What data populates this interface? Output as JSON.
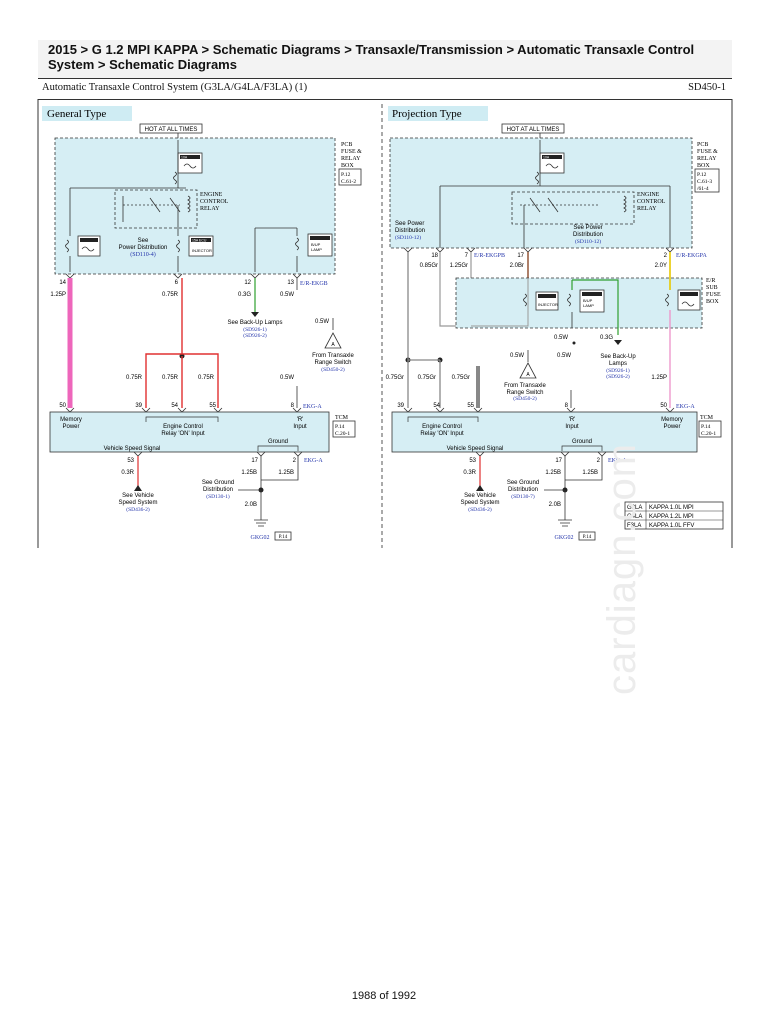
{
  "breadcrumb": "2015 > G 1.2 MPI KAPPA > Schematic Diagrams > Transaxle/Transmission > Automatic Transaxle Control System > Schematic Diagrams",
  "header": {
    "title": "Automatic Transaxle Control System (G3LA/G4LA/F3LA) (1)",
    "code": "SD450-1"
  },
  "watermark": "cardiagn.com",
  "footer": "1988 of 1992",
  "left": {
    "panel_title": "General Type",
    "hot": "HOT AT ALL TIMES",
    "pcb": [
      "PCB",
      "FUSE &",
      "RELAY",
      "BOX"
    ],
    "pcb_ref": [
      "P.12",
      "C.61-2"
    ],
    "fuse1": "10A",
    "ecr": [
      "ENGINE",
      "CONTROL",
      "RELAY"
    ],
    "fuse2": "15A ECU",
    "injector": "INJECTOR",
    "buplamp": [
      "B/UP",
      "LAMP"
    ],
    "see_power": [
      "See",
      "Power Distribution"
    ],
    "see_power_ref": "(SD110-4)",
    "conn_label": "E/R-EKGB",
    "pins_top": [
      "14",
      "6",
      "12",
      "13"
    ],
    "wires_top": [
      "1.25P",
      "0.75R",
      "0.3G",
      "0.5W"
    ],
    "backup": "See Back-Up Lamps",
    "backup_refs": [
      "(SD926-1)",
      "(SD926-2)"
    ],
    "wire_05w": "0.5W",
    "from_trs": [
      "From Transaxle",
      "Range Switch"
    ],
    "from_trs_ref": "(SD450-2)",
    "wires_mid": [
      "0.75R",
      "0.75R",
      "0.75R",
      "0.5W"
    ],
    "tcm_pins": [
      "50",
      "39",
      "54",
      "55",
      "8"
    ],
    "ekga": "EKG-A",
    "tcm": "TCM",
    "tcm_ref": [
      "P.14",
      "C.20-1"
    ],
    "memory": [
      "Memory",
      "Power"
    ],
    "ecr_on": [
      "Engine Control",
      "Relay 'ON' Input"
    ],
    "r_input": [
      "'R'",
      "Input"
    ],
    "vss": "Vehicle Speed Signal",
    "ground": "Ground",
    "bot_pins": [
      "53",
      "17",
      "2"
    ],
    "ekga2": "EKG-A",
    "bot_wires": [
      "0.3R",
      "1.25B",
      "1.25B"
    ],
    "see_vss": [
      "See Vehicle",
      "Speed System"
    ],
    "see_vss_ref": "(SD436-2)",
    "see_ground": [
      "See Ground",
      "Distribution"
    ],
    "see_ground_ref": "(SD130-1)",
    "wire_20b": "2.0B",
    "gnd": "GKG02",
    "gnd_ref": "P.14"
  },
  "right": {
    "panel_title": "Projection Type",
    "hot": "HOT AT ALL TIMES",
    "pcb": [
      "PCB",
      "FUSE &",
      "RELAY",
      "BOX"
    ],
    "pcb_ref": [
      "P.12",
      "C.61-3",
      "/61-4"
    ],
    "fuse1": "10A",
    "ecr": [
      "ENGINE",
      "CONTROL",
      "RELAY"
    ],
    "see_power1": [
      "See Power",
      "Distribution"
    ],
    "see_power1_ref": "(SD110-12)",
    "see_power2": [
      "See Power",
      "Distribution"
    ],
    "see_power2_ref": "(SD110-12)",
    "pins_top": [
      "18",
      "7",
      "17",
      "2"
    ],
    "ekgpb": "E/R-EKGPB",
    "ekgpa": "E/R-EKGPA",
    "wires_top": [
      "0.85Gr",
      "1.25Gr",
      "2.0Br",
      "2.0Y"
    ],
    "sub": [
      "E/R",
      "SUB",
      "FUSE",
      "BOX"
    ],
    "fuse_inj": "INJECTOR",
    "fuse_bu": [
      "B/UP",
      "LAMP"
    ],
    "wires_sub": [
      "0.5W",
      "0.3G"
    ],
    "backup": [
      "See Back-Up",
      "Lamps"
    ],
    "backup_refs": [
      "(SD926-1)",
      "(SD926-2)"
    ],
    "wire_05w_a": "0.5W",
    "wire_05w_b": "0.5W",
    "from_trs": [
      "From Transaxle",
      "Range Switch"
    ],
    "from_trs_ref": "(SD450-2)",
    "wires_mid": [
      "0.75Gr",
      "0.75Gr",
      "0.75Gr",
      "1.25P"
    ],
    "tcm_pins": [
      "39",
      "54",
      "55",
      "8",
      "50"
    ],
    "ekga": "EKG-A",
    "tcm": "TCM",
    "tcm_ref": [
      "P.14",
      "C.20-1"
    ],
    "ecr_on": [
      "Engine Control",
      "Relay 'ON' Input"
    ],
    "r_input": [
      "'R'",
      "Input"
    ],
    "memory": [
      "Memory",
      "Power"
    ],
    "vss": "Vehicle Speed Signal",
    "ground": "Ground",
    "bot_pins": [
      "53",
      "17",
      "2"
    ],
    "ekga2": "EKG-A",
    "bot_wires": [
      "0.3R",
      "1.25B",
      "1.25B"
    ],
    "see_vss": [
      "See Vehicle",
      "Speed System"
    ],
    "see_vss_ref": "(SD436-2)",
    "see_ground": [
      "See Ground",
      "Distribution"
    ],
    "see_ground_ref": "(SD130-7)",
    "wire_20b": "2.0B",
    "gnd": "GKG02",
    "gnd_ref": "P.14",
    "legend": [
      {
        "code": "G3LA",
        "name": "KAPPA 1.0L MPI"
      },
      {
        "code": "G4LA",
        "name": "KAPPA 1.2L MPI"
      },
      {
        "code": "F3LA",
        "name": "KAPPA 1.0L FFV"
      }
    ]
  }
}
